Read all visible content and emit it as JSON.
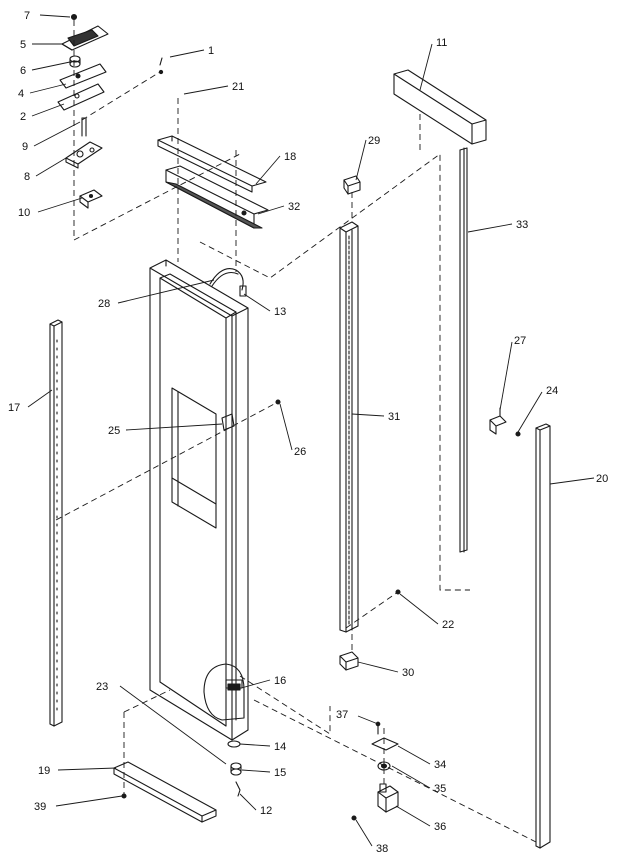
{
  "diagram": {
    "line_color": "#1a1a1a",
    "background": "#ffffff",
    "callouts": [
      {
        "id": "p7",
        "label": "7"
      },
      {
        "id": "p5",
        "label": "5"
      },
      {
        "id": "p6",
        "label": "6"
      },
      {
        "id": "p4",
        "label": "4"
      },
      {
        "id": "p2",
        "label": "2"
      },
      {
        "id": "p9",
        "label": "9"
      },
      {
        "id": "p8",
        "label": "8"
      },
      {
        "id": "p10",
        "label": "10"
      },
      {
        "id": "p1",
        "label": "1"
      },
      {
        "id": "p21",
        "label": "21"
      },
      {
        "id": "p11",
        "label": "11"
      },
      {
        "id": "p29",
        "label": "29"
      },
      {
        "id": "p18",
        "label": "18"
      },
      {
        "id": "p32",
        "label": "32"
      },
      {
        "id": "p33",
        "label": "33"
      },
      {
        "id": "p28",
        "label": "28"
      },
      {
        "id": "p13",
        "label": "13"
      },
      {
        "id": "p27",
        "label": "27"
      },
      {
        "id": "p24",
        "label": "24"
      },
      {
        "id": "p17",
        "label": "17"
      },
      {
        "id": "p25",
        "label": "25"
      },
      {
        "id": "p26",
        "label": "26"
      },
      {
        "id": "p31",
        "label": "31"
      },
      {
        "id": "p20",
        "label": "20"
      },
      {
        "id": "p22",
        "label": "22"
      },
      {
        "id": "p30",
        "label": "30"
      },
      {
        "id": "p16",
        "label": "16"
      },
      {
        "id": "p23",
        "label": "23"
      },
      {
        "id": "p37",
        "label": "37"
      },
      {
        "id": "p14",
        "label": "14"
      },
      {
        "id": "p15",
        "label": "15"
      },
      {
        "id": "p34",
        "label": "34"
      },
      {
        "id": "p19",
        "label": "19"
      },
      {
        "id": "p35",
        "label": "35"
      },
      {
        "id": "p12",
        "label": "12"
      },
      {
        "id": "p36",
        "label": "36"
      },
      {
        "id": "p39",
        "label": "39"
      },
      {
        "id": "p38",
        "label": "38"
      }
    ]
  }
}
